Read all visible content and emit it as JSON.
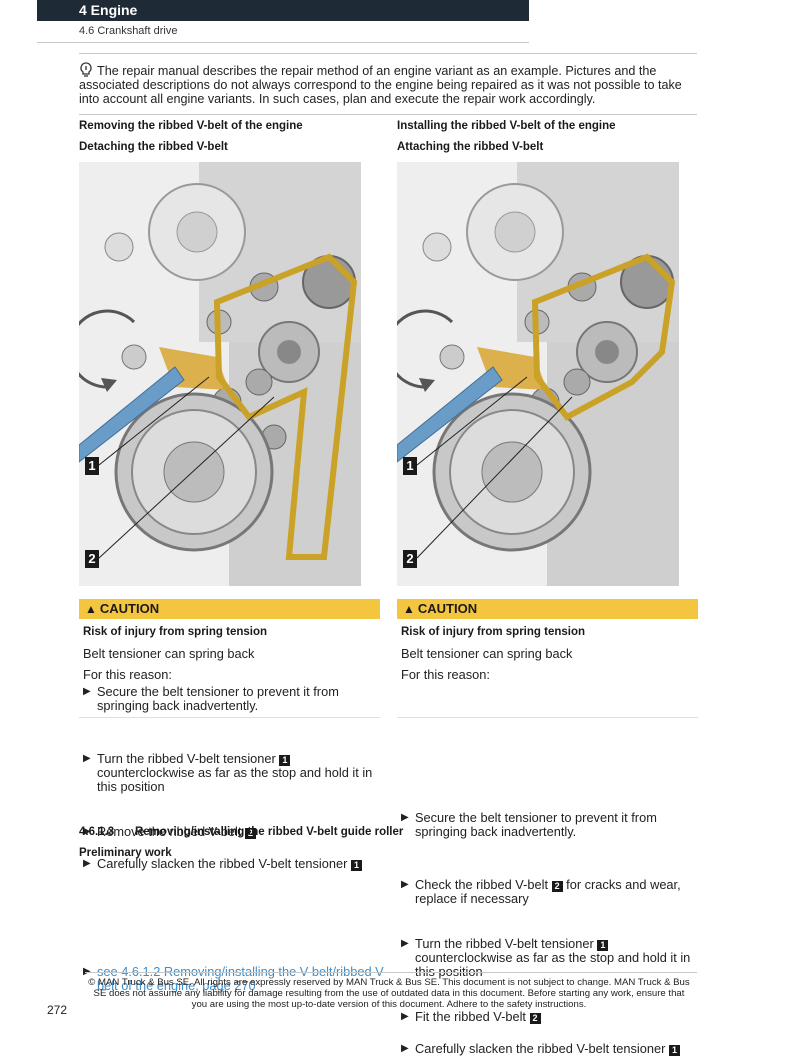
{
  "header": {
    "chapter": "4 Engine",
    "subsection": "4.6 Crankshaft drive"
  },
  "note": {
    "text": "The repair manual describes the repair method of an engine variant as an example. Pictures and the associated descriptions do not always correspond to the engine being repaired as it was not possible to take into account all engine variants. In such cases, plan and execute the repair work accordingly."
  },
  "left": {
    "heading1": "Removing the ribbed V-belt of the engine",
    "heading2": "Detaching the ribbed V-belt",
    "callouts": [
      "1",
      "2"
    ],
    "caution": {
      "label": "CAUTION",
      "title": "Risk of injury from spring tension",
      "line1": "Belt tensioner can spring back",
      "line2": "For this reason:",
      "bullet": "Secure the belt tensioner to prevent it from springing back inadvertently."
    },
    "steps": [
      {
        "before": "Turn the ribbed V-belt tensioner ",
        "ref": "1",
        "after": " counterclockwise as far as the stop and hold it in this position"
      },
      {
        "before": "Remove the ribbed V-belt ",
        "ref": "2",
        "after": ""
      },
      {
        "before": "Carefully slacken the ribbed V-belt tensioner ",
        "ref": "1",
        "after": ""
      }
    ],
    "section_number": "4.6.1.3",
    "section_title": "Removing/installing the ribbed V-belt guide roller",
    "prelim": "Preliminary work",
    "link": "see 4.6.1.2 Removing/installing the V-belt/ribbed V-belt of the engine, page 270"
  },
  "right": {
    "heading1": "Installing the ribbed V-belt of the engine",
    "heading2": "Attaching the ribbed V-belt",
    "callouts": [
      "1",
      "2"
    ],
    "caution": {
      "label": "CAUTION",
      "title": "Risk of injury from spring tension",
      "line1": "Belt tensioner can spring back",
      "line2": "For this reason:",
      "bullet": "Secure the belt tensioner to prevent it from springing back inadvertently."
    },
    "steps": [
      {
        "before": "Check the ribbed V-belt ",
        "ref": "2",
        "after": " for cracks and wear, replace if necessary"
      },
      {
        "before": "Turn the ribbed V-belt tensioner ",
        "ref": "1",
        "after": " counterclockwise as far as the stop and hold it in this position"
      },
      {
        "before": "Fit the ribbed V-belt ",
        "ref": "2",
        "after": ""
      },
      {
        "before": "Carefully slacken the ribbed V-belt tensioner ",
        "ref": "1",
        "after": ""
      }
    ]
  },
  "footer": {
    "text": "© MAN Truck & Bus SE. All rights are expressly reserved by MAN Truck & Bus SE. This document is not subject to change. MAN Truck & Bus SE does not assume any liability for damage resulting from the use of outdated data in this document. Before starting any work, ensure that you are using the most up-to-date version of this document. Adhere to the safety instructions.",
    "page_number": "272"
  },
  "colors": {
    "header_bar": "#1e2a36",
    "caution": "#f4c63f",
    "link": "#3b8fce",
    "belt": "#c9a227",
    "tool": "#6a9cc8"
  },
  "icons": [
    "hint-bulb-icon",
    "warning-triangle-icon",
    "arrow-bullet-icon",
    "rotate-counterclockwise-icon"
  ]
}
